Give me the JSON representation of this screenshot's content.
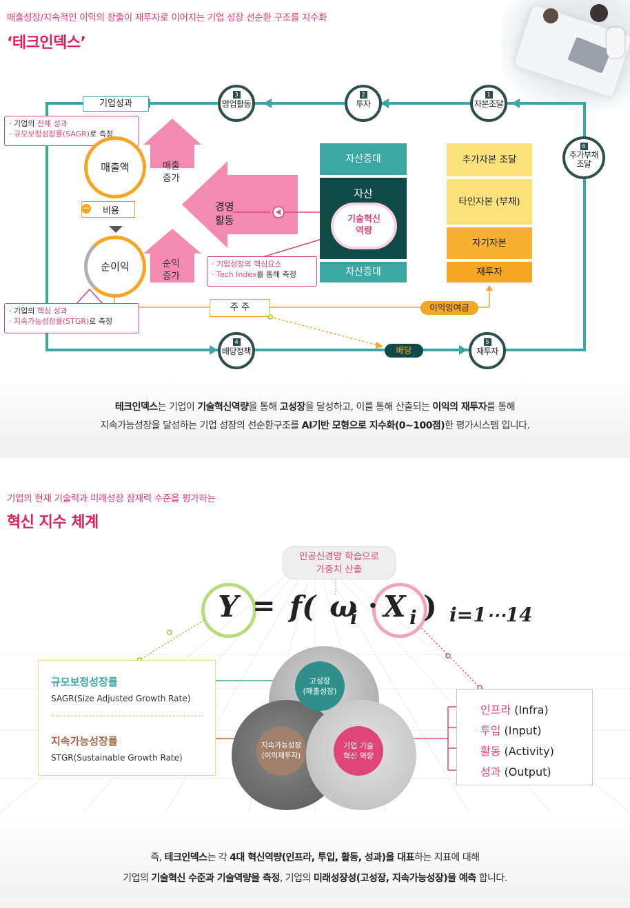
{
  "section1": {
    "subtitle": "매출성장/지속적인 이익의 창출이 재투자로 이어지는 기업 성장 선순환 구조를 지수화",
    "title": "‘테크인덱스’",
    "nodes": [
      {
        "num": "1",
        "label": "자본조달"
      },
      {
        "num": "2",
        "label": "투자"
      },
      {
        "num": "3",
        "label": "영업활동"
      },
      {
        "num": "4",
        "label": "배당정책"
      },
      {
        "num": "5",
        "label": "재투자"
      },
      {
        "num": "6",
        "label": "추가부채 조달"
      }
    ],
    "corp_perf_label": "기업성과",
    "note_top": {
      "line1_pre": "· 기업의 ",
      "line1_hl": "전체 성과",
      "line2_hl": "· 규모보정성장률(SAGR)",
      "line2_post": "로 측정"
    },
    "note_bottom": {
      "line1_pre": "· 기업의 ",
      "line1_hl": "핵심 성과",
      "line2_hl": "· 지속가능성장률(STGR)",
      "line2_post": "로 측정"
    },
    "note_mid": {
      "line1_hl": "· 기업성장의 핵심요소",
      "line2_hl": "· Tech Index",
      "line2_post": "를 통해 측정"
    },
    "sales": "매출액",
    "cost": "비용",
    "net_income": "순이익",
    "sales_up": [
      "매출",
      "증가"
    ],
    "income_up": [
      "순익",
      "증가"
    ],
    "operations": [
      "경영",
      "활동"
    ],
    "asset_increase_top": "자산증대",
    "asset": "자산",
    "tech_capability": [
      "기술혁신",
      "역량"
    ],
    "asset_increase_bottom": "자산증대",
    "funding": [
      "추가자본 조달",
      "타인자본 (부채)",
      "자기자본",
      "재투자"
    ],
    "shareholders": "주 주",
    "retained_earnings": "이익잉여금",
    "dividend": "배당",
    "description": {
      "l1_a": "테크인덱스",
      "l1_b": "는 기업이 ",
      "l1_c": "기술혁신역량",
      "l1_d": "을 통해 ",
      "l1_e": "고성장",
      "l1_f": "을 달성하고, 이를 통해 산출되는 ",
      "l1_g": "이익의 재투자",
      "l1_h": "를 통해",
      "l2_a": "지속가능성장을 달성하는 기업 성장의 선순환구조를 ",
      "l2_b": "AI기반 모형으로 지수화(0~100점)",
      "l2_c": "한 평가시스템 입니다."
    },
    "colors": {
      "teal": "#3aa7a3",
      "dark_teal": "#0f4a47",
      "pink": "#e0457a",
      "orange": "#f5a623",
      "yellow": "#fbe27a"
    }
  },
  "section2": {
    "subtitle": "기업의 현재 기술력과 미래성장 잠재력 수준을 평가하는",
    "title": "혁신 지수 체계",
    "bubble": [
      "인공신경망 학습으로",
      "가중치 산출"
    ],
    "formula": {
      "y": "Y",
      "eq": "=",
      "f": "f(",
      "w": "ω",
      "wi": "i",
      "dot": "·",
      "x": "X",
      "xi": "i",
      "close": ")",
      "range": "i=1⋯14"
    },
    "legend": [
      {
        "title": "규모보정성장률",
        "sub": "SAGR(Size Adjusted Growth Rate)",
        "color": "#3aa7a3"
      },
      {
        "title": "지속가능성장률",
        "sub": "STGR(Sustainable Growth Rate)",
        "color": "#a0654a"
      }
    ],
    "circles": [
      {
        "line1": "고성장",
        "line2": "(매출성장)"
      },
      {
        "line1": "지속가능성장",
        "line2": "(이익재투자)"
      },
      {
        "line1": "기업 기술",
        "line2": "혁신 역량"
      }
    ],
    "inputs": [
      {
        "k": "인프라",
        "v": " (Infra)"
      },
      {
        "k": "투입",
        "v": " (Input)"
      },
      {
        "k": "활동",
        "v": " (Activity)"
      },
      {
        "k": "성과",
        "v": " (Output)"
      }
    ],
    "description": {
      "l1_a": "즉, ",
      "l1_b": "테크인덱스",
      "l1_c": "는 각 ",
      "l1_d": "4대 혁신역량(인프라, 투입, 활동, 성과)을 대표",
      "l1_e": "하는 지표에 대해",
      "l2_a": "기업의 ",
      "l2_b": "기술혁신 수준과 기술역량을 측정",
      "l2_c": ", 기업의 ",
      "l2_d": "미래성장성(고성장, 지속가능성장)을 예측",
      "l2_e": " 합니다."
    }
  }
}
